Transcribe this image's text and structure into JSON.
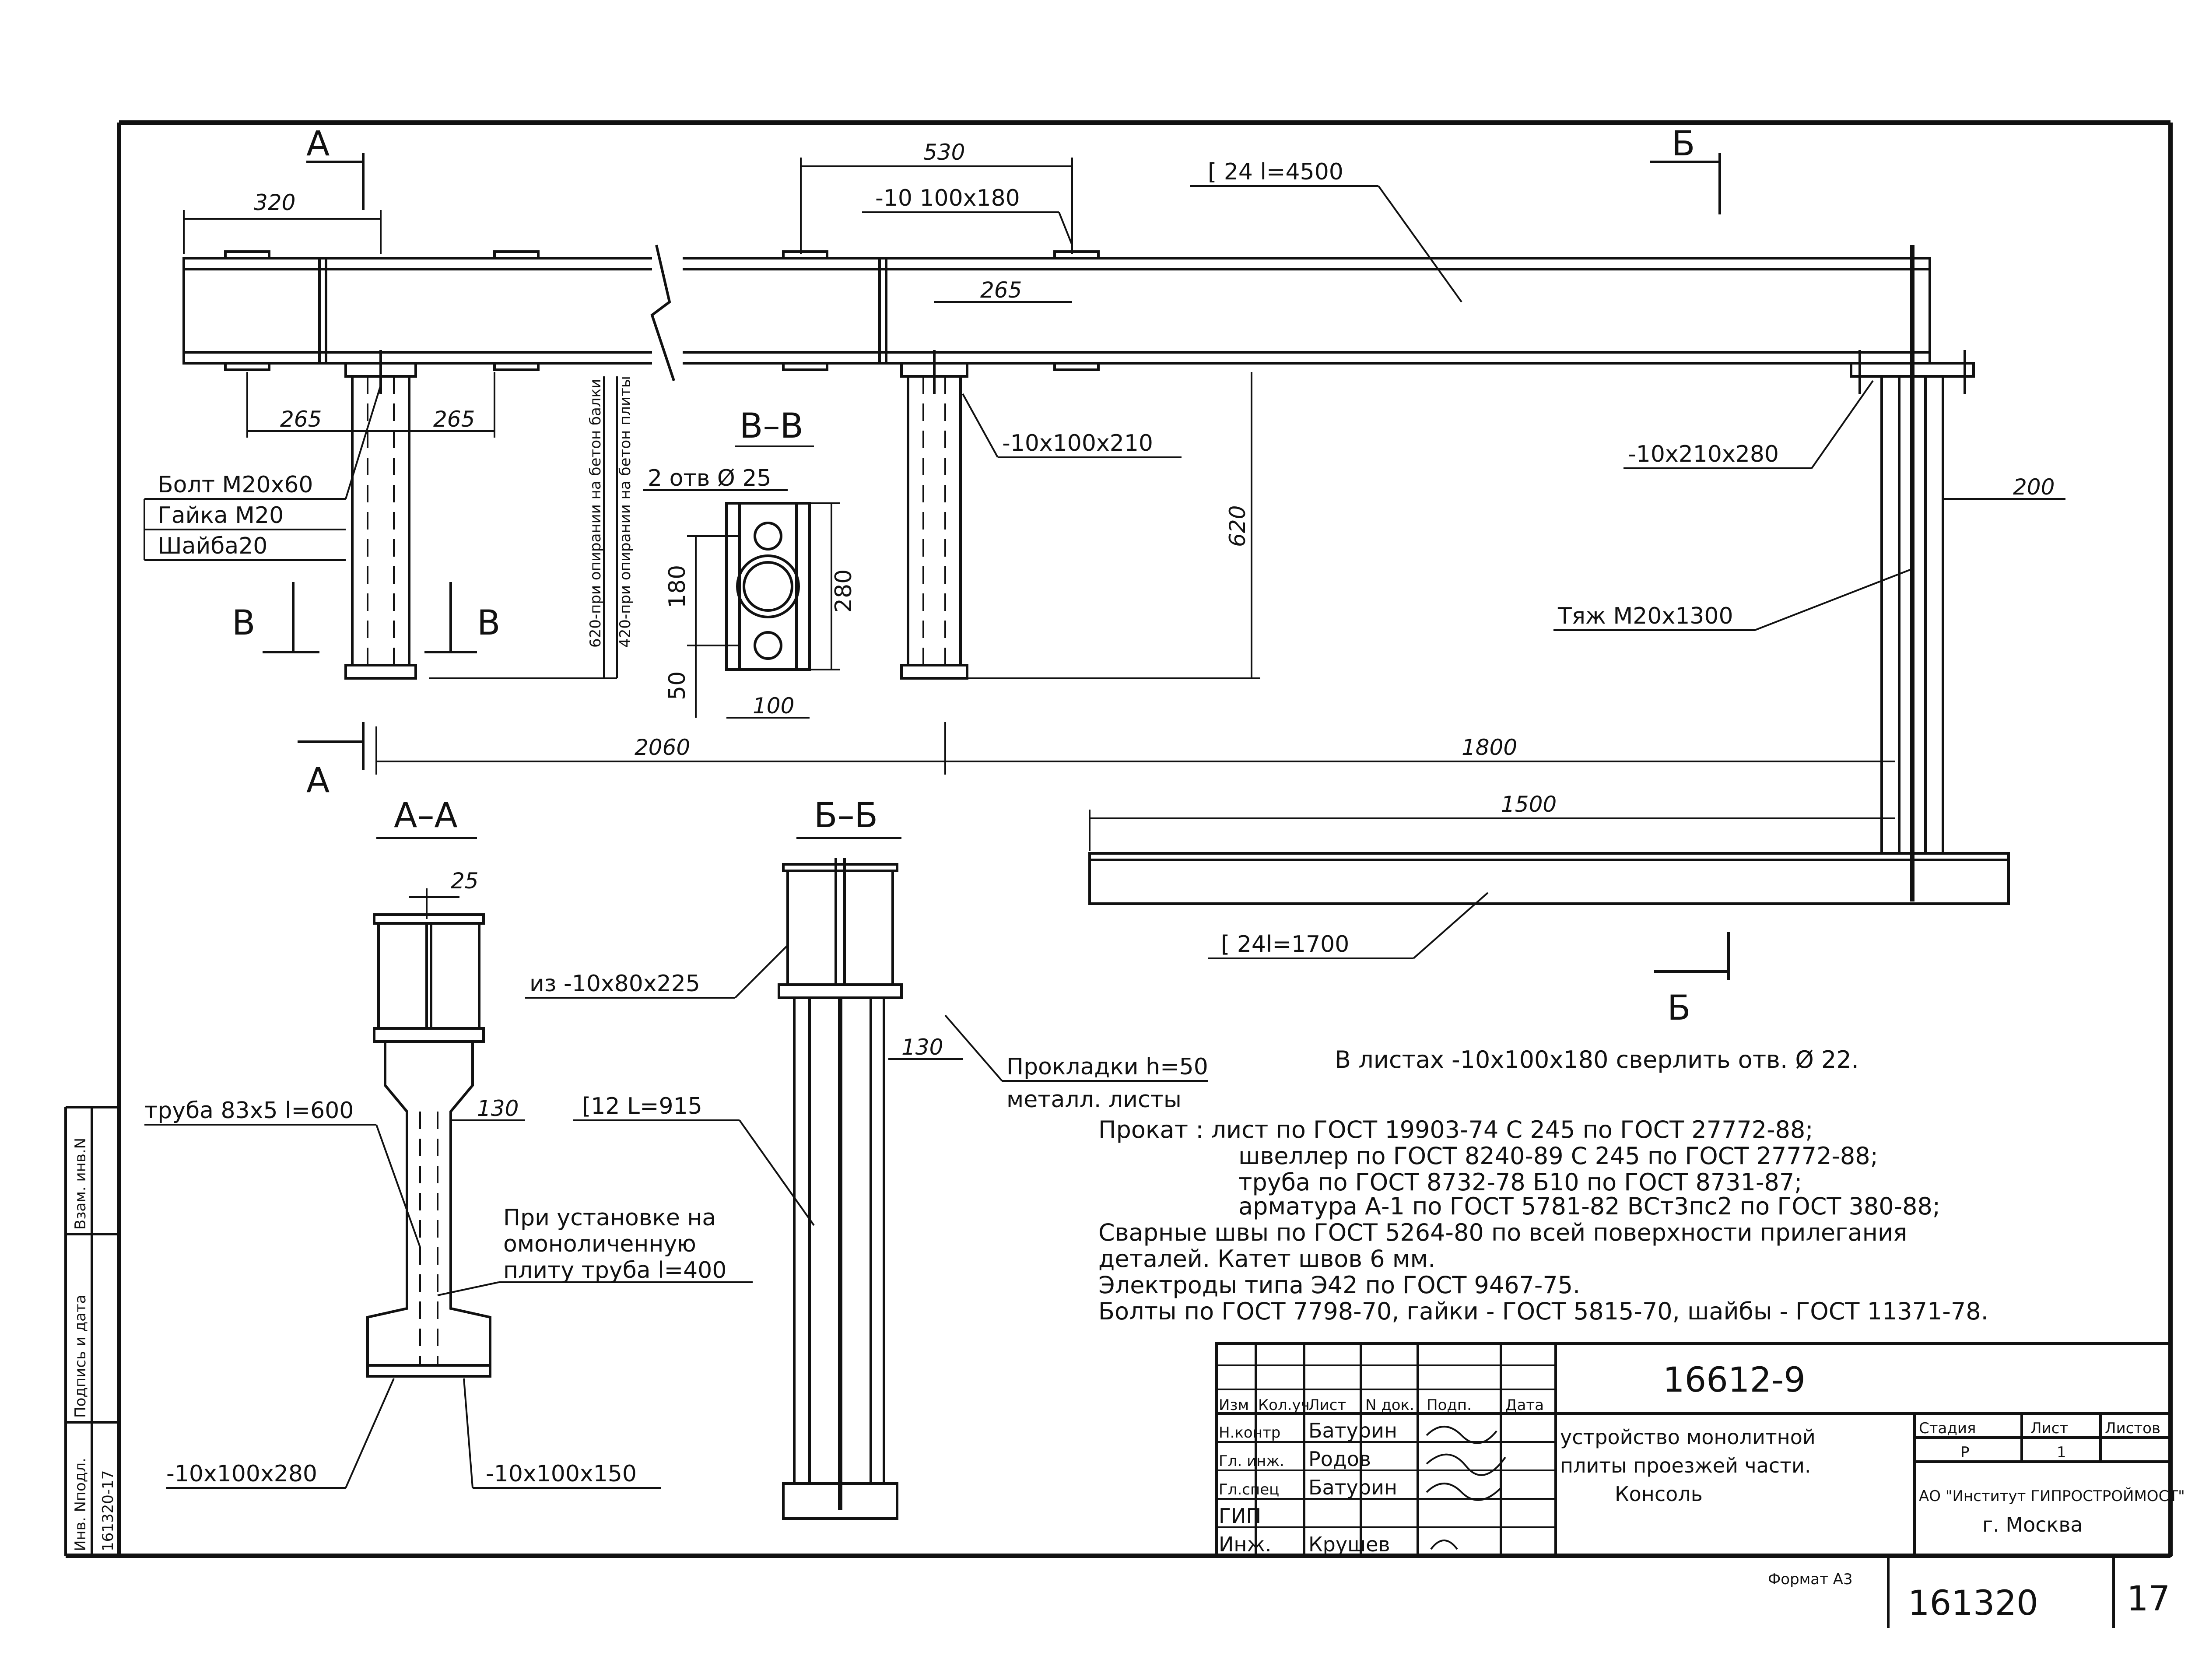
{
  "callouts": {
    "channel_top": "[ 24 l=4500",
    "plate_top": "-10  100x180",
    "plate_support": "-10x100x210",
    "plate_right": "-10x210x280",
    "tie_rod": "Тяж M20x1300",
    "channel_bottom": "[ 24l=1700",
    "bolt": "Болт М20х60",
    "nut": "Гайка M20",
    "washer": "Шайба20",
    "pipe": "труба 83х5 l=600",
    "plate_aa": "из -10х80х225",
    "channel_12": "[12 L=915",
    "pads_1": "Прокладки h=50",
    "pads_2": "металл. листы",
    "install_note": [
      "При установке на",
      "омоноличенную",
      "плиту труба l=400"
    ],
    "plate_base_1": "-10х100х280",
    "plate_base_2": "-10х100х150",
    "holes": "2 отв Ø 25",
    "support_note_1": "620-при опирании на бетон балки",
    "support_note_2": "420-при опирании на бетон плиты"
  },
  "dimensions": {
    "d530": "530",
    "d320": "320",
    "d265a": "265",
    "d265b": "265",
    "d265c": "265",
    "d620": "620",
    "d200": "200",
    "d2060": "2060",
    "d1800": "1800",
    "d1500": "1500",
    "d180": "180",
    "d280": "280",
    "d50": "50",
    "d100": "100",
    "d25": "25",
    "d130a": "130",
    "d130b": "130"
  },
  "sections": {
    "A": "А",
    "B_cyr": "Б",
    "V": "В",
    "title_vv": "В–В",
    "title_aa": "А–А",
    "title_bb": "Б–Б"
  },
  "notes": [
    "В листах -10х100х180 сверлить отв. Ø 22.",
    "Прокат : лист по ГОСТ 19903-74 С 245 по ГОСТ 27772-88;",
    "швеллер по ГОСТ 8240-89 С 245 по ГОСТ 27772-88;",
    "труба по ГОСТ 8732-78 Б10 по ГОСТ 8731-87;",
    "арматура А-1 по ГОСТ 5781-82  ВСт3пс2 по ГОСТ 380-88;",
    "Сварные швы по ГОСТ 5264-80 по всей поверхности прилегания",
    "деталей. Катет швов 6 мм.",
    "Электроды типа Э42 по ГОСТ 9467-75.",
    "Болты по ГОСТ 7798-70, гайки - ГОСТ 5815-70, шайбы - ГОСТ 11371-78."
  ],
  "title_block": {
    "doc_code": "16612-9",
    "title_lines": [
      "устройство монолитной",
      "плиты проезжей части.",
      "Консоль"
    ],
    "header_cols": [
      "Изм",
      "Кол.уч",
      "Лист",
      "N док.",
      "Подп.",
      "Дата"
    ],
    "roles": [
      "Н.контр",
      "Гл. инж.",
      "Гл.спец",
      "ГИП",
      "Инж."
    ],
    "names": [
      "Батурин",
      "Родов",
      "Батурин",
      "",
      "Крушев"
    ],
    "stage_label": "Стадия",
    "sheet_label": "Лист",
    "sheets_label": "Листов",
    "stage": "Р",
    "sheet": "1",
    "org_1": "АО \"Институт ГИПРОСТРОЙМОСТ\"",
    "org_2": "г. Москва",
    "format": "Формат А3",
    "inv_number": "161320",
    "page": "17"
  },
  "side_stamp": {
    "labels": [
      "Инв. Nподл.",
      "Подпись и дата",
      "Взам. инв.N"
    ],
    "inv_value": "161320-17"
  }
}
